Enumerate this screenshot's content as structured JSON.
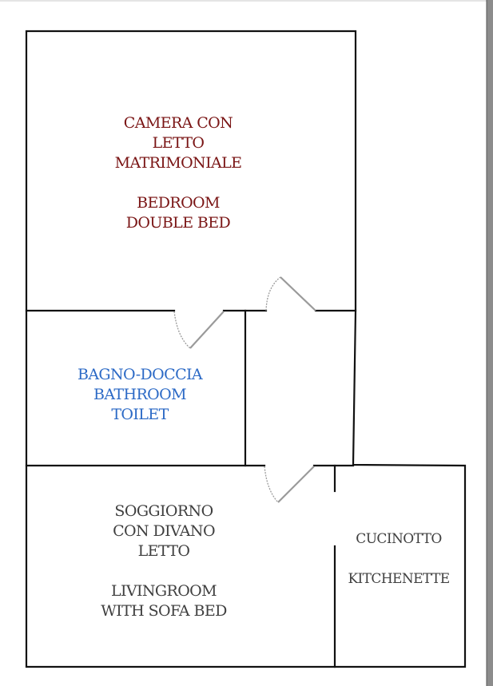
{
  "colors": {
    "wall": "#111111",
    "door": "#9a9a9a",
    "bedroom_text": "#7a1515",
    "bathroom_text": "#2c6ac6",
    "living_text": "#3f3f3f",
    "kitchen_text": "#3f3f3f"
  },
  "rooms": {
    "bedroom": {
      "it_lines": [
        "CAMERA CON",
        "LETTO",
        "MATRIMONIALE"
      ],
      "en_lines": [
        "BEDROOM",
        "DOUBLE BED"
      ]
    },
    "bathroom": {
      "lines": [
        "BAGNO-DOCCIA",
        "BATHROOM",
        "TOILET"
      ]
    },
    "living": {
      "it_lines": [
        "SOGGIORNO",
        "CON DIVANO",
        "LETTO"
      ],
      "en_lines": [
        "LIVINGROOM",
        "WITH SOFA BED"
      ]
    },
    "kitchen": {
      "it": "CUCINOTTO",
      "en": "KITCHENETTE"
    }
  }
}
